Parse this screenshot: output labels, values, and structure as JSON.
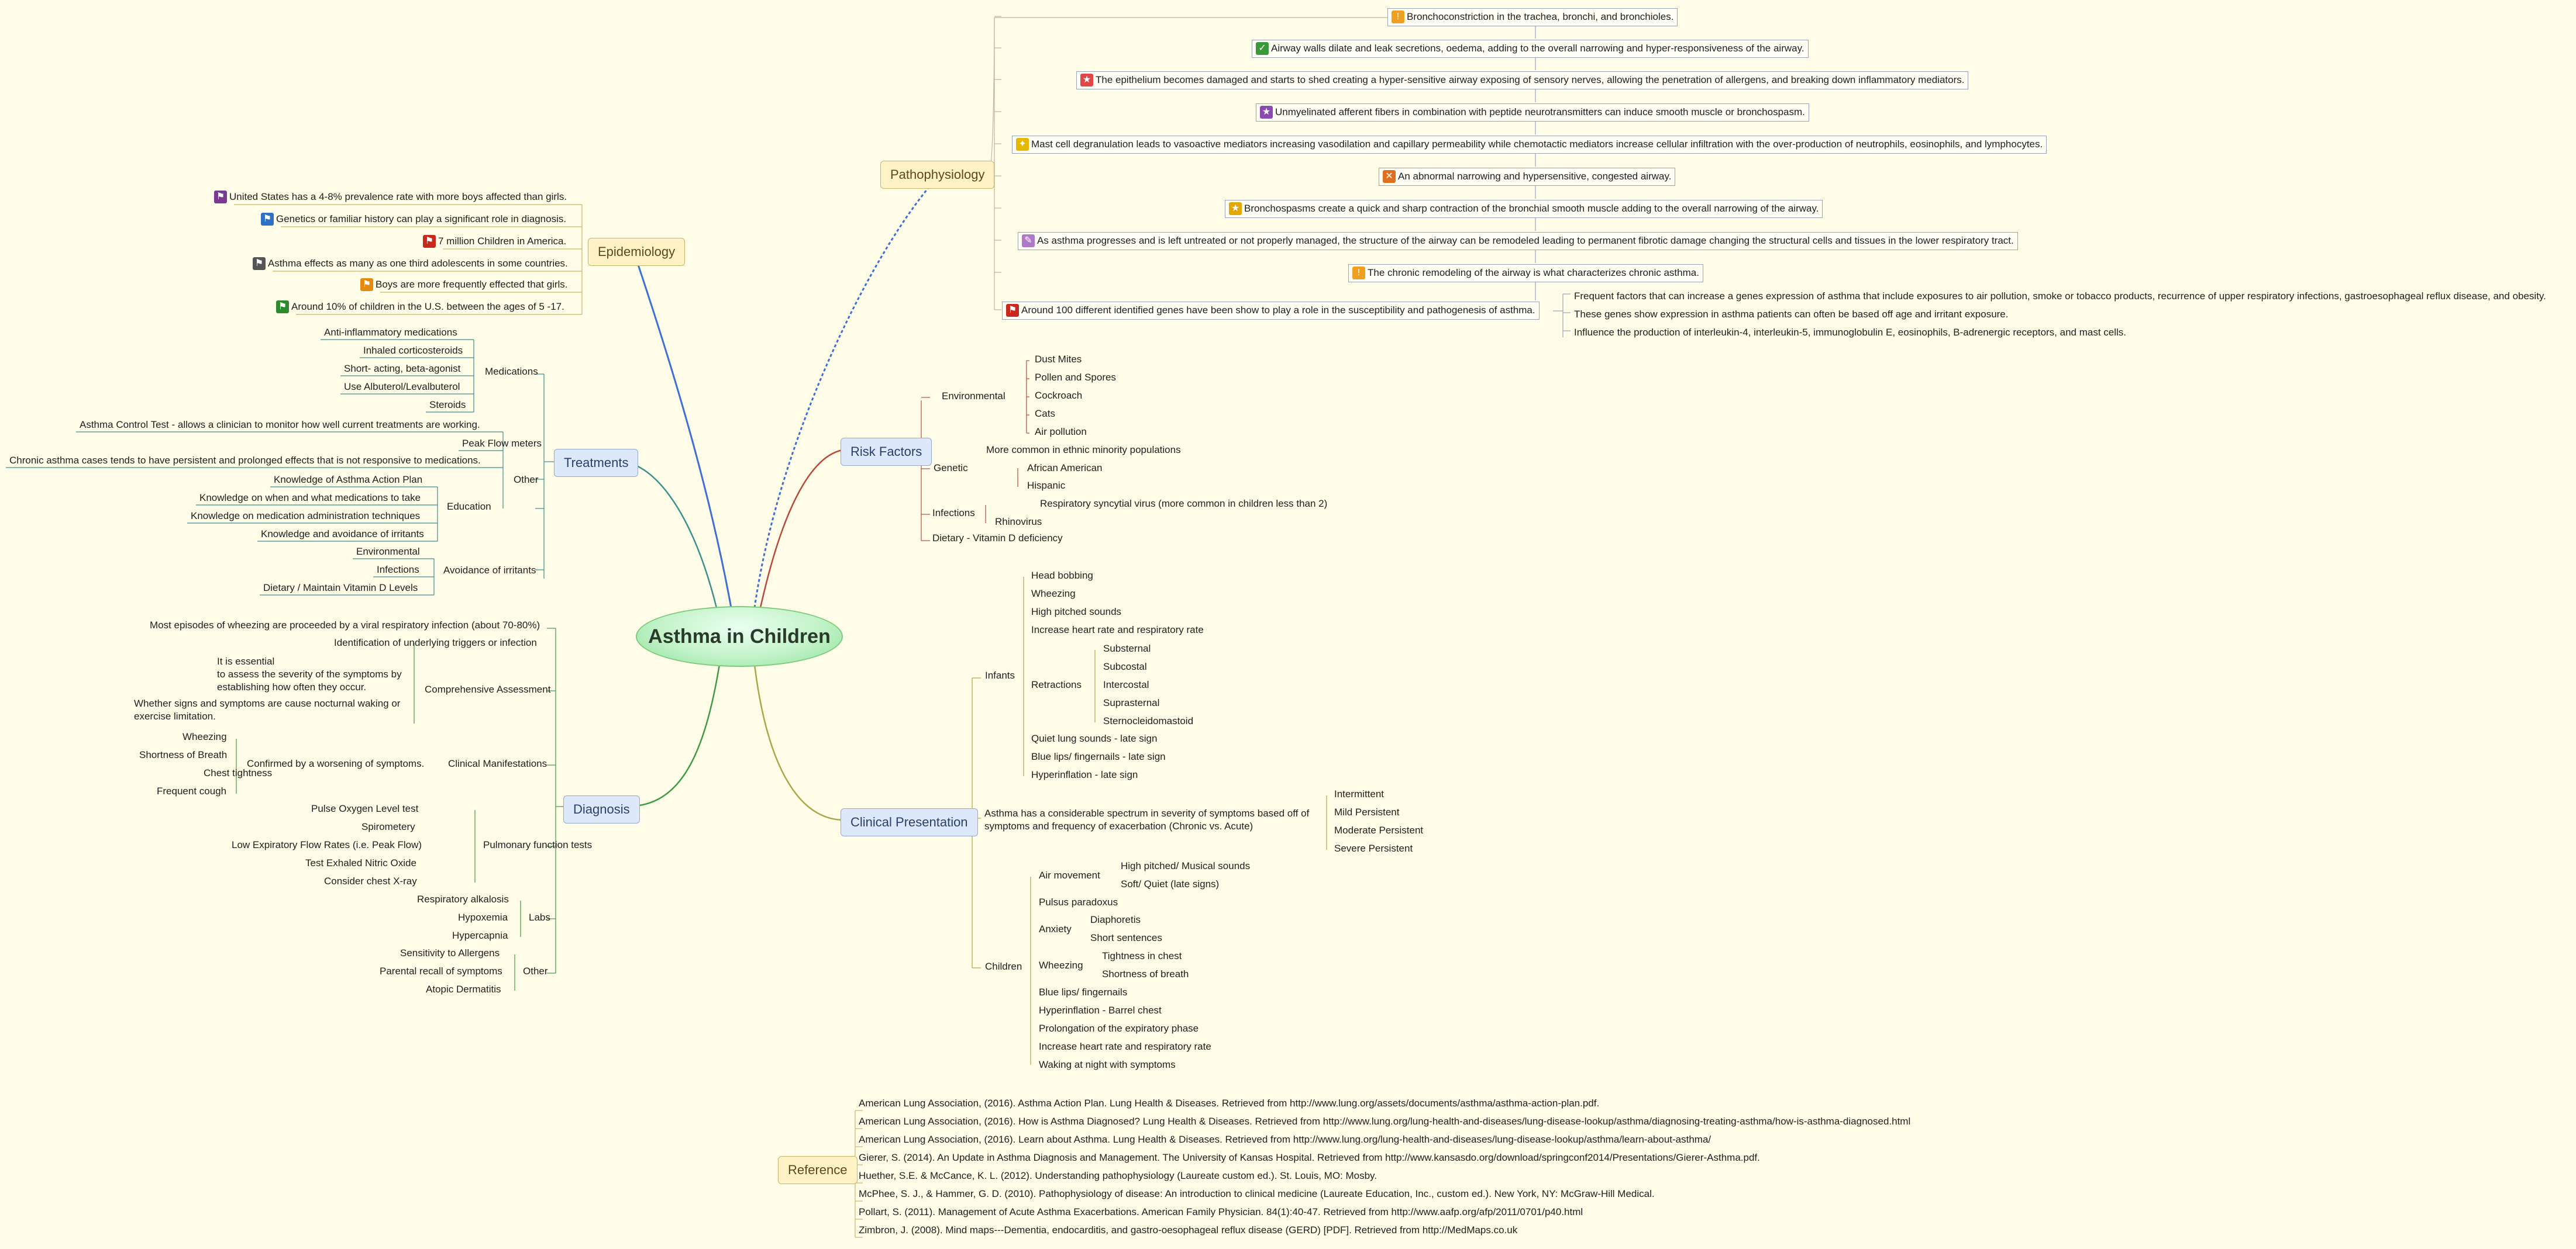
{
  "central": "Asthma in Children",
  "colors": {
    "background": "#fffde7",
    "accent": "#3c6fd8",
    "line_red": "#b8473c",
    "line_green": "#3f9a45",
    "line_olive": "#a8a84a",
    "line_teal": "#3a8f8f"
  },
  "topics": {
    "pathophysiology": {
      "label": "Pathophysiology",
      "items": [
        "Bronchoconstriction in the trachea, bronchi, and bronchioles.",
        "Airway walls dilate and leak secretions, oedema, adding to the overall narrowing and hyper-responsiveness of the airway.",
        "The epithelium becomes damaged and starts to shed creating a hyper-sensitive airway exposing of sensory nerves,  allowing the penetration of allergens, and breaking down inflammatory mediators.",
        "Unmyelinated afferent fibers in combination with peptide neurotransmitters can induce smooth muscle or bronchospasm.",
        "Mast cell degranulation leads to vasoactive mediators increasing vasodilation and capillary permeability while chemotactic mediators increase cellular infiltration with the over-production of neutrophils, eosinophils, and lymphocytes.",
        "An abnormal narrowing and hypersensitive, congested airway.",
        "Bronchospasms create a quick and sharp contraction of the bronchial smooth muscle adding to the overall narrowing of the airway.",
        "As asthma progresses and is left untreated or not properly managed, the structure of the airway can be remodeled leading to permanent fibrotic damage changing the structural cells and tissues in the lower respiratory tract.",
        "The chronic remodeling of the airway is what characterizes chronic asthma.",
        "Around 100 different identified genes have been show to play a role in the susceptibility and pathogenesis of asthma."
      ],
      "genes_sub": [
        "Frequent factors that can increase a genes expression of asthma that include exposures to air pollution, smoke or tobacco products, recurrence of upper respiratory infections, gastroesophageal reflux disease, and obesity.",
        "These genes show expression in asthma patients can often be based off age and irritant exposure.",
        "Influence the production of interleukin-4, interleukin-5, immunoglobulin E, eosinophils, B-adrenergic receptors, and mast cells."
      ]
    },
    "epidemiology": {
      "label": "Epidemiology",
      "items": [
        "United States has a 4-8% prevalence rate with more boys affected than girls.",
        "Genetics or familiar history can play a significant role in diagnosis.",
        "7 million Children in America.",
        "Asthma effects as many as one third adolescents in some countries.",
        "Boys are more frequently effected that girls.",
        "Around 10% of children in the U.S. between the ages of 5 -17."
      ]
    },
    "risk_factors": {
      "label": "Risk Factors",
      "environmental": {
        "label": "Environmental",
        "items": [
          "Dust Mites",
          "Pollen and Spores",
          "Cockroach",
          "Cats",
          "Air pollution"
        ]
      },
      "genetic": {
        "label": "Genetic",
        "items": [
          "More common in ethnic minority populations",
          "African American",
          "Hispanic"
        ]
      },
      "infections": {
        "label": "Infections",
        "items": [
          "Respiratory syncytial virus (more common in children less than 2)",
          "Rhinovirus"
        ]
      },
      "dietary": "Dietary - Vitamin D deficiency"
    },
    "treatments": {
      "label": "Treatments",
      "medications": {
        "label": "Medications",
        "items": [
          "Anti-inflammatory medications",
          "Inhaled corticosteroids",
          "Short- acting, beta-agonist",
          "Use Albuterol/Levalbuterol",
          "Steroids"
        ]
      },
      "other": {
        "label": "Other",
        "items": [
          "Asthma Control Test - allows a clinician to monitor how well current treatments are working.",
          "Peak Flow meters",
          "Chronic asthma cases tends to have persistent and prolonged effects that is not responsive to medications."
        ]
      },
      "education": {
        "label": "Education",
        "items": [
          "Knowledge of Asthma Action Plan",
          "Knowledge on when and what medications to take",
          "Knowledge on medication administration techniques",
          "Knowledge and avoidance of irritants"
        ]
      },
      "avoidance": {
        "label": "Avoidance of irritants",
        "items": [
          "Environmental",
          "Infections",
          "Dietary / Maintain Vitamin D Levels"
        ]
      }
    },
    "clinical": {
      "label": "Clinical Presentation",
      "infants": {
        "label": "Infants",
        "items": [
          "Head bobbing",
          "Wheezing",
          "High pitched sounds",
          "Increase heart rate and respiratory rate"
        ],
        "retractions": {
          "label": "Retractions",
          "items": [
            "Substernal",
            "Subcostal",
            "Intercostal",
            "Suprasternal",
            "Sternocleidomastoid"
          ]
        },
        "late": [
          "Quiet lung sounds - late sign",
          "Blue lips/ fingernails - late sign",
          "Hyperinflation - late sign"
        ]
      },
      "spectrum": {
        "label": "Asthma has a considerable spectrum in severity of symptoms based off of symptoms and frequency of exacerbation (Chronic vs. Acute)",
        "items": [
          "Intermittent",
          "Mild Persistent",
          "Moderate Persistent",
          "Severe Persistent"
        ]
      },
      "children": {
        "label": "Children",
        "air": {
          "label": "Air movement",
          "items": [
            "High pitched/ Musical sounds",
            "Soft/ Quiet (late signs)"
          ]
        },
        "pulsus": "Pulsus paradoxus",
        "anxiety": {
          "label": "Anxiety",
          "items": [
            "Diaphoretis",
            "Short sentences"
          ]
        },
        "wheezing": {
          "label": "Wheezing",
          "items": [
            "Tightness in chest",
            "Shortness of breath"
          ]
        },
        "rest": [
          "Blue lips/  fingernails",
          "Hyperinflation - Barrel chest",
          "Prolongation of the expiratory phase",
          "Increase heart rate and respiratory rate",
          "Waking at night with symptoms"
        ]
      }
    },
    "diagnosis": {
      "label": "Diagnosis",
      "first": "Most episodes of wheezing are proceeded by a viral respiratory infection (about 70-80%)",
      "comprehensive": {
        "label": "Comprehensive Assessment",
        "items": [
          "Identification of underlying triggers or infection",
          "It is essential\nto assess the severity of the symptoms by\nestablishing how often they occur.",
          "Whether signs and symptoms are cause nocturnal waking or exercise limitation."
        ]
      },
      "manifest": {
        "label": "Clinical Manifestations",
        "confirmed": "Confirmed by a worsening of symptoms.",
        "items": [
          "Wheezing",
          "Shortness of Breath",
          "Chest tightness",
          "Frequent cough"
        ]
      },
      "pulmonary": {
        "label": "Pulmonary function tests",
        "items": [
          "Pulse Oxygen Level test",
          "Spirometery",
          "Low Expiratory Flow Rates (i.e. Peak Flow)",
          "Test Exhaled Nitric Oxide",
          "Consider chest X-ray"
        ]
      },
      "labs": {
        "label": "Labs",
        "items": [
          "Respiratory alkalosis",
          "Hypoxemia",
          "Hypercapnia"
        ]
      },
      "other": {
        "label": "Other",
        "items": [
          "Sensitivity to Allergens",
          "Parental recall of symptoms",
          "Atopic Dermatitis"
        ]
      }
    },
    "reference": {
      "label": "Reference",
      "items": [
        "American Lung Association, (2016). Asthma Action Plan. Lung Health & Diseases. Retrieved from http://www.lung.org/assets/documents/asthma/asthma-action-plan.pdf.",
        "American Lung Association, (2016). How is Asthma Diagnosed? Lung Health & Diseases. Retrieved from http://www.lung.org/lung-health-and-diseases/lung-disease-lookup/asthma/diagnosing-treating-asthma/how-is-asthma-diagnosed.html",
        "American Lung Association, (2016). Learn about Asthma. Lung Health & Diseases. Retrieved from http://www.lung.org/lung-health-and-diseases/lung-disease-lookup/asthma/learn-about-asthma/",
        "Gierer, S. (2014). An Update in Asthma Diagnosis and Management. The University of Kansas Hospital. Retrieved from http://www.kansasdo.org/download/springconf2014/Presentations/Gierer-Asthma.pdf.",
        "Huether, S.E. & McCance, K. L. (2012). Understanding pathophysiology (Laureate custom ed.). St. Louis, MO: Mosby.",
        "McPhee, S. J., & Hammer, G. D. (2010). Pathophysiology of disease: An introduction to clinical medicine (Laureate Education, Inc., custom ed.). New York, NY: McGraw-Hill Medical.",
        "Pollart, S. (2011). Management of Acute Asthma Exacerbations. American Family Physician. 84(1):40-47. Retrieved from http://www.aafp.org/afp/2011/0701/p40.html",
        "Zimbron, J. (2008). Mind maps---Dementia, endocarditis, and gastro-oesophageal reflux disease (GERD) [PDF]. Retrieved from http://MedMaps.co.uk"
      ]
    }
  },
  "icons": {
    "pathophysiology": [
      "exclamation-icon",
      "check-icon",
      "star-red-icon",
      "star-purple-icon",
      "bulb-icon",
      "cross-icon",
      "star-gold-icon",
      "note-icon",
      "exclamation-icon",
      "flag-red-icon"
    ],
    "epidemiology": [
      "flag-purple-icon",
      "flag-blue-icon",
      "flag-red-icon",
      "flag-gray-icon",
      "flag-orange-icon",
      "flag-green-icon"
    ]
  }
}
